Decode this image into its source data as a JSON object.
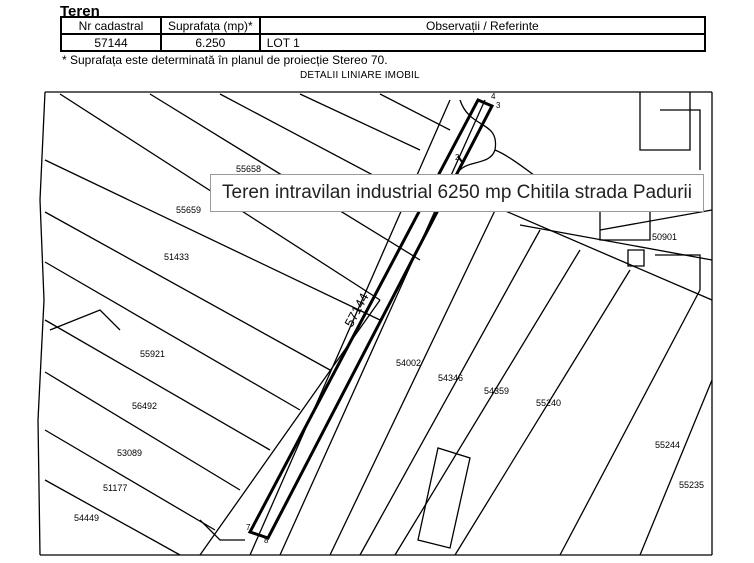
{
  "header": {
    "title": "Teren"
  },
  "table": {
    "headers": [
      "Nr cadastral",
      "Suprafața (mp)*",
      "Observații / Referinte"
    ],
    "row": [
      "57144",
      "6.250",
      "LOT 1"
    ]
  },
  "footnote": "* Suprafața este determinată în planul de proiecție Stereo 70.",
  "map": {
    "title": "DETALII LINIARE IMOBIL",
    "main_parcel": "57144",
    "point_labels": [
      "2",
      "3",
      "4",
      "7",
      "8"
    ],
    "parcel_labels": [
      "55658",
      "55659",
      "51433",
      "55921",
      "56492",
      "53089",
      "51177",
      "54449",
      "54002",
      "54346",
      "54359",
      "55240",
      "55244",
      "55235",
      "50901"
    ]
  },
  "caption": "Teren intravilan industrial 6250 mp Chitila strada Padurii"
}
